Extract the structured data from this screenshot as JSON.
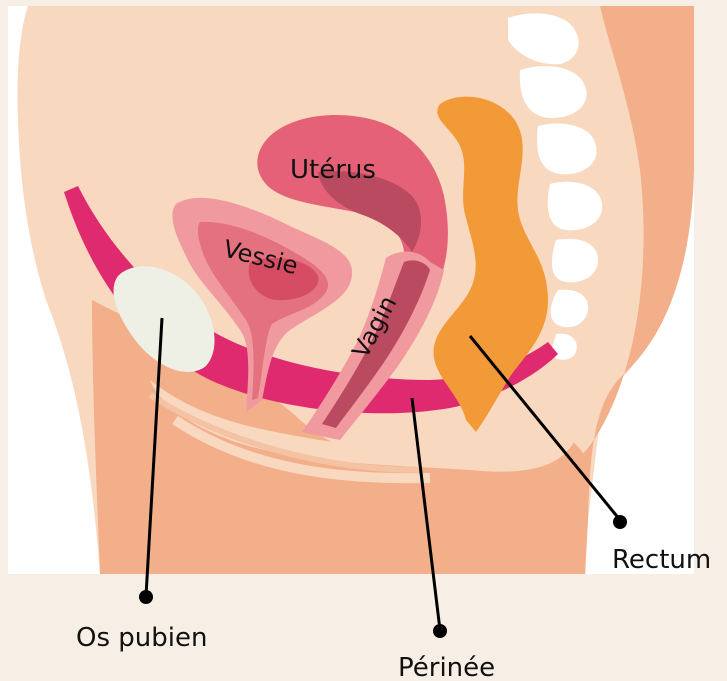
{
  "colors": {
    "background": "#f7efe6",
    "skin": "#f8d9c0",
    "skin_dark": "#f3ae8a",
    "muscle_pink": "#e02a6f",
    "bone": "#eef0e6",
    "uterus": "#e56178",
    "bladder": "#f09a9f",
    "rectum": "#f29a38",
    "spine": "#ffffff",
    "leader_line": "#000000"
  },
  "labels": {
    "uterus": "Utérus",
    "bladder": "Vessie",
    "vagina": "Vagin",
    "pubic_bone": "Os pubien",
    "perineum": "Périnée",
    "rectum": "Rectum"
  }
}
